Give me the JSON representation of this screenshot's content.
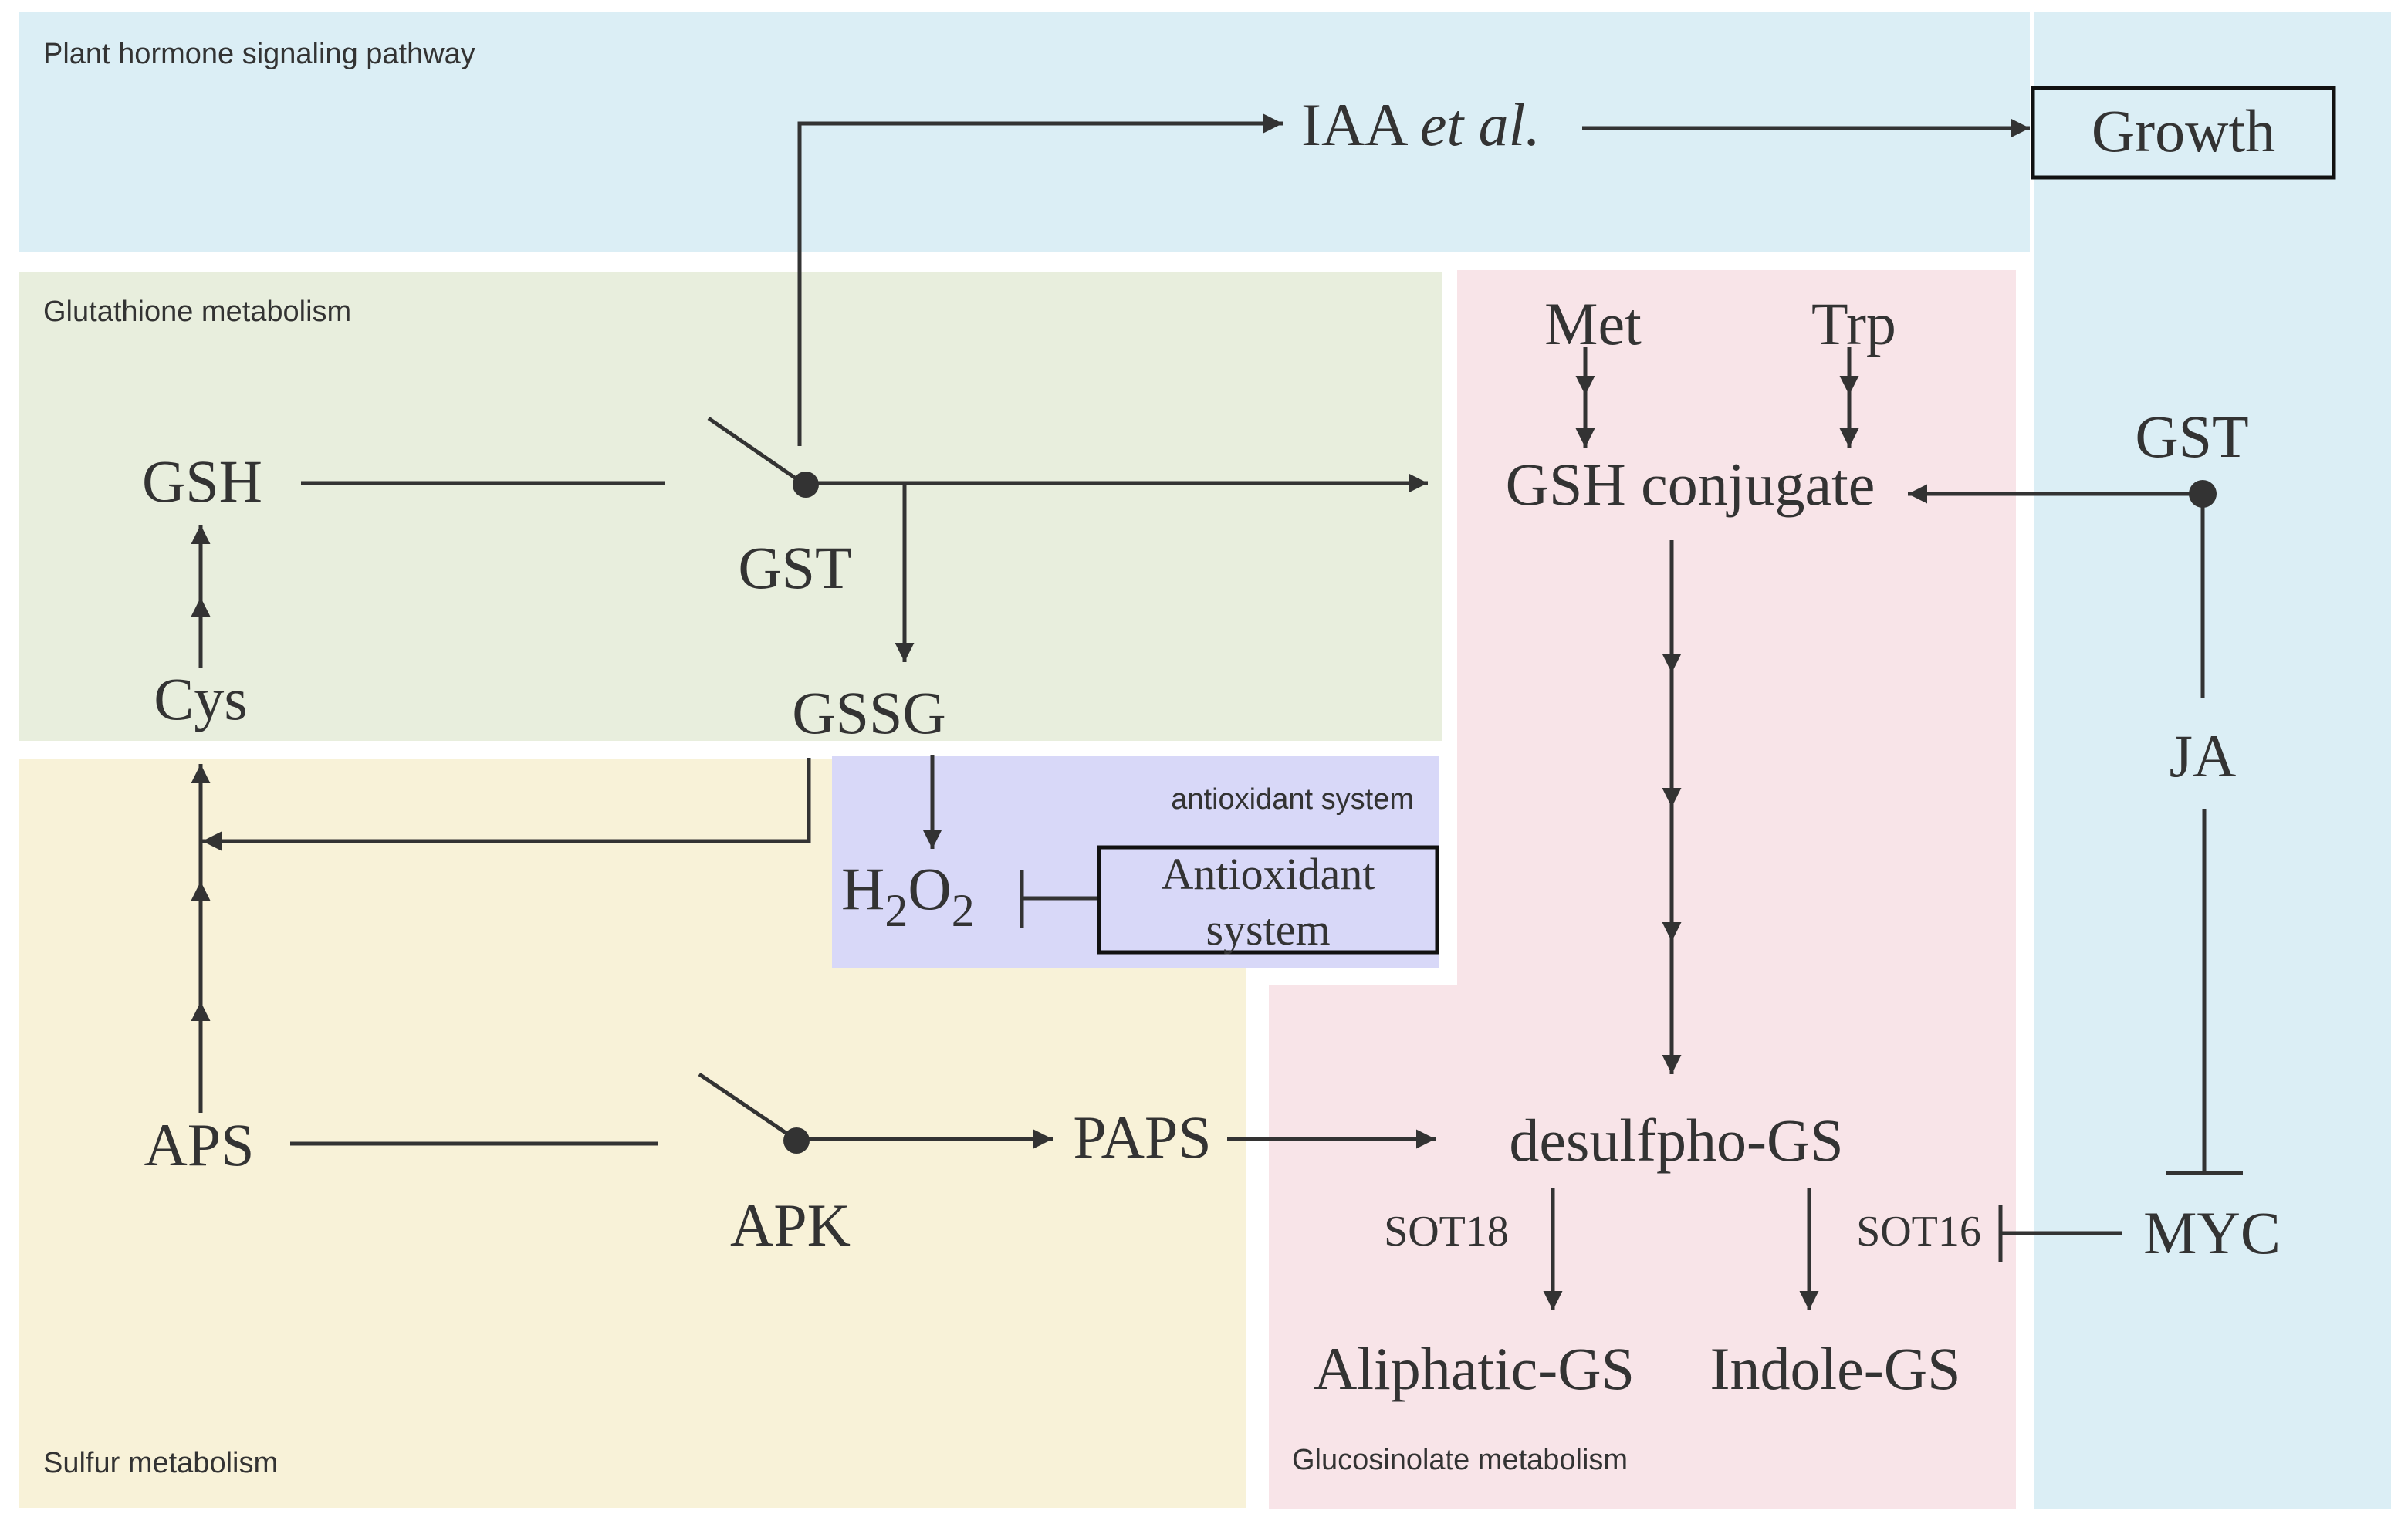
{
  "regions": {
    "plant_hormone": "Plant hormone signaling pathway",
    "glutathione": "Glutathione metabolism",
    "sulfur": "Sulfur metabolism",
    "antioxidant": "antioxidant system",
    "glucosinolate": "Glucosinolate metabolism"
  },
  "nodes": {
    "iaa_main": "IAA ",
    "iaa_italic": "et al.",
    "growth": "Growth",
    "gsh": "GSH",
    "gst_left": "GST",
    "cys": "Cys",
    "gssg": "GSSG",
    "h2o2_h": "H",
    "h2o2_sub1": "2",
    "h2o2_o": "O",
    "h2o2_sub2": "2",
    "antioxidant_line1": "Antioxidant",
    "antioxidant_line2": "system",
    "aps": "APS",
    "apk": "APK",
    "paps": "PAPS",
    "met": "Met",
    "trp": "Trp",
    "gsh_conjugate": "GSH conjugate",
    "gst_right": "GST",
    "ja": "JA",
    "desulfo_gs": "desulfpho-GS",
    "sot18": "SOT18",
    "sot16": "SOT16",
    "myc": "MYC",
    "aliphatic_gs": "Aliphatic-GS",
    "indole_gs": "Indole-GS"
  },
  "colors": {
    "plant_hormone": "#dbeef5",
    "glutathione": "#e8eedd",
    "sulfur": "#f8f2d8",
    "antioxidant": "#d8d8f8",
    "glucosinolate": "#f8e4e8",
    "line": "#333333",
    "text": "#333333"
  }
}
